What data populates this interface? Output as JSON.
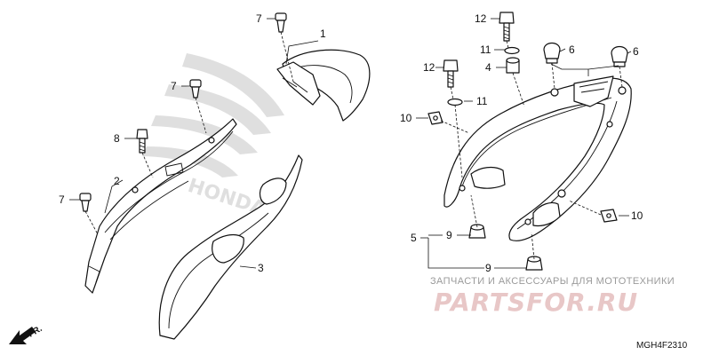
{
  "diagram": {
    "callouts": {
      "c1": "1",
      "c2": "2",
      "c3": "3",
      "c4": "4",
      "c5": "5",
      "c6a": "6",
      "c6b": "6",
      "c7a": "7",
      "c7b": "7",
      "c7c": "7",
      "c8": "8",
      "c9a": "9",
      "c9b": "9",
      "c10a": "10",
      "c10b": "10",
      "c11a": "11",
      "c11b": "11",
      "c12a": "12",
      "c12b": "12"
    },
    "direction_label": "FR.",
    "diagram_code": "MGH4F2310"
  },
  "watermark": {
    "tagline": "ЗАПЧАСТИ И АКСЕССУАРЫ ДЛЯ МОТОТЕХНИКИ",
    "brand": "PARTSFOR.RU"
  }
}
